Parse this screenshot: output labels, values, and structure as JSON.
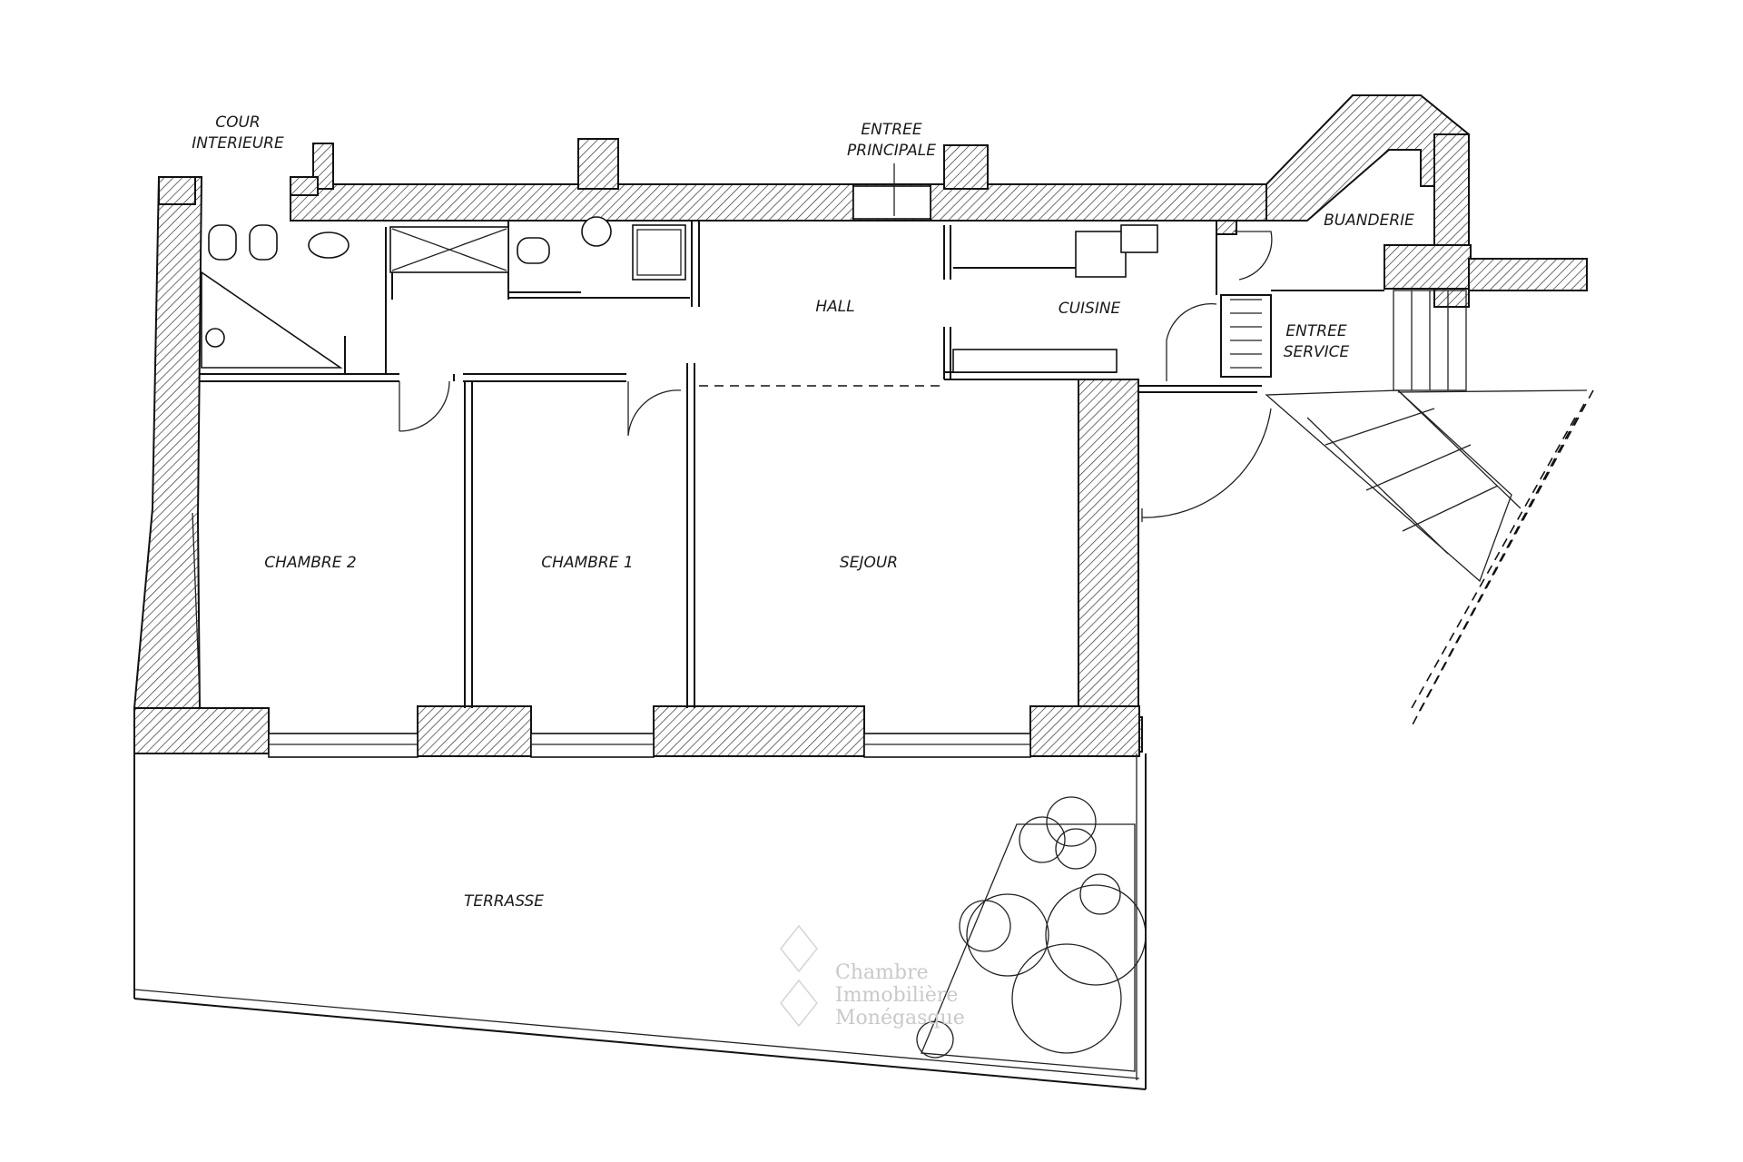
{
  "labels": {
    "cour_l1": "COUR",
    "cour_l2": "INTERIEURE",
    "entree_principale_l1": "ENTREE",
    "entree_principale_l2": "PRINCIPALE",
    "buanderie": "BUANDERIE",
    "hall": "HALL",
    "cuisine": "CUISINE",
    "entree_service_l1": "ENTREE",
    "entree_service_l2": "SERVICE",
    "chambre_2": "CHAMBRE 2",
    "chambre_1": "CHAMBRE 1",
    "sejour": "SEJOUR",
    "terrasse": "TERRASSE"
  },
  "watermark": {
    "line1": "Chambre",
    "line2": "Immobilière",
    "line3": "Monégasque"
  },
  "colors": {
    "ink": "#111111",
    "watermark": "#c9c9c9",
    "background": "#ffffff"
  }
}
